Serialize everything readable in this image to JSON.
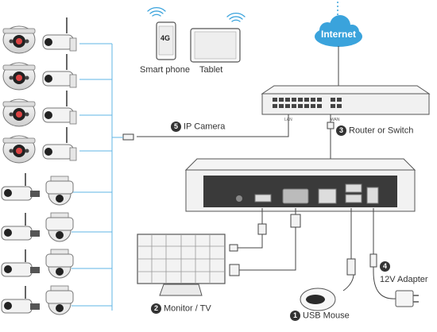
{
  "diagram": {
    "internet_label": "Internet",
    "phone_badge": "4G",
    "smartphone_label": "Smart phone",
    "tablet_label": "Tablet",
    "ip_camera": {
      "number": "5",
      "label": "IP Camera"
    },
    "router": {
      "number": "3",
      "label": "Router or Switch",
      "lan_port_text": "LAN",
      "wan_port_text": "WAN"
    },
    "monitor": {
      "number": "2",
      "label": "Monitor / TV"
    },
    "mouse": {
      "number": "1",
      "label": "USB Mouse"
    },
    "adapter": {
      "number": "4",
      "label": "12V Adapter"
    }
  },
  "colors": {
    "cloud": "#3aa3dc",
    "wifi": "#3aa3dc",
    "camera_link_line": "#5fb6e6",
    "device_body": "#f4f4f4",
    "device_outline": "#555555",
    "nvr_panel": "#3a3a3a"
  }
}
